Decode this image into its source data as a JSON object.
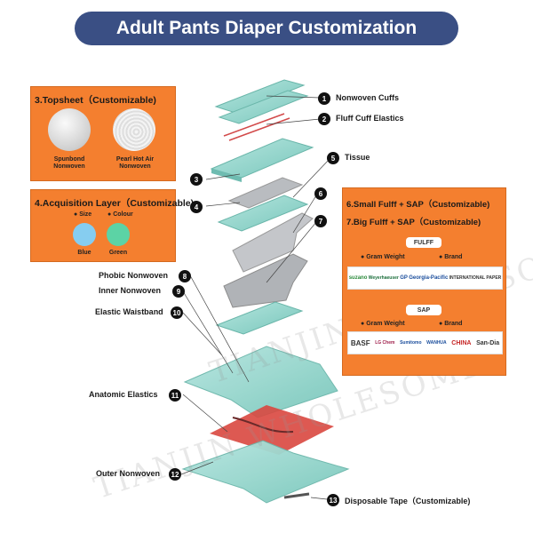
{
  "title": "Adult Pants Diaper Customization",
  "topsheet": {
    "heading": "3.Topsheet（Customizable)",
    "items": [
      {
        "label": "Spunbond\nNonwoven"
      },
      {
        "label": "Pearl Hot Air\nNonwoven"
      }
    ]
  },
  "acquisition": {
    "heading": "4.Acquisition Layer（Customizable)",
    "size_label": "Size",
    "colour_label": "Colour",
    "swatches": [
      {
        "label": "Blue",
        "color": "#86cdf0"
      },
      {
        "label": "Green",
        "color": "#5cd3a5"
      }
    ]
  },
  "fluff": {
    "heading1": "6.Small Fulff + SAP（Customizable)",
    "heading2": "7.Big Fulff + SAP（Customizable)",
    "fulff_pill": "FULFF",
    "sap_pill": "SAP",
    "gram_weight": "Gram Weight",
    "brand": "Brand",
    "fulff_brands": [
      "suzano",
      "Weyerhaeuser",
      "GP",
      "Georgia-Pacific",
      "INTERNATIONAL PAPER"
    ],
    "sap_brands": [
      "BASF",
      "LG Chem",
      "Sumitomo",
      "WANHUA",
      "CHINA",
      "San-Dia"
    ]
  },
  "callouts": [
    {
      "num": "1",
      "label": "Nonwoven Cuffs"
    },
    {
      "num": "2",
      "label": "Fluff Cuff Elastics"
    },
    {
      "num": "3",
      "label": ""
    },
    {
      "num": "4",
      "label": ""
    },
    {
      "num": "5",
      "label": "Tissue"
    },
    {
      "num": "6",
      "label": ""
    },
    {
      "num": "7",
      "label": ""
    },
    {
      "num": "8",
      "label": "Phobic Nonwoven"
    },
    {
      "num": "9",
      "label": "Inner Nonwoven"
    },
    {
      "num": "10",
      "label": "Elastic Waistband"
    },
    {
      "num": "11",
      "label": "Anatomic Elastics"
    },
    {
      "num": "12",
      "label": "Outer Nonwoven"
    },
    {
      "num": "13",
      "label": "Disposable Tape（Customizable)"
    }
  ],
  "watermark": "TIANJIN WHOLESOME",
  "colors": {
    "accent_panel": "#f47f2f",
    "title_bg": "#3a4f84",
    "layer_teal": "#8fd3c9",
    "elastic_red": "#d9473f"
  }
}
